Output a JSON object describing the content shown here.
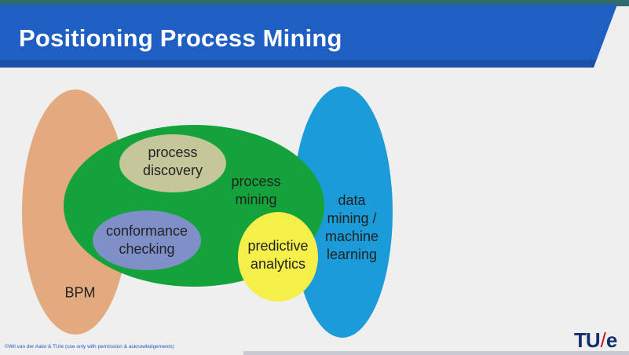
{
  "slide": {
    "title": "Positioning Process Mining",
    "footer": "©Wil van der Aalst & TU/e (use only with permission & acknowledgements)"
  },
  "logo": {
    "left": "TU",
    "slash": "/",
    "right": "e"
  },
  "diagram": {
    "bpm": {
      "lines": [
        "BPM"
      ]
    },
    "data_mining": {
      "lines": [
        "data",
        "mining /",
        "machine",
        "learning"
      ]
    },
    "process_mining": {
      "lines": [
        "process",
        "mining"
      ]
    },
    "process_discovery": {
      "lines": [
        "process",
        "discovery"
      ]
    },
    "conformance_checking": {
      "lines": [
        "conformance",
        "checking"
      ]
    },
    "predictive_analytics": {
      "lines": [
        "predictive",
        "analytics"
      ]
    }
  },
  "colors": {
    "title_bar": "#1f5fc4",
    "bpm": "#e2aa7e",
    "data_mining": "#1b9bd8",
    "process_mining": "#14a33a",
    "process_discovery": "#c4c79a",
    "conformance_checking": "#7f8fc8",
    "predictive_analytics": "#f5ef4a"
  }
}
